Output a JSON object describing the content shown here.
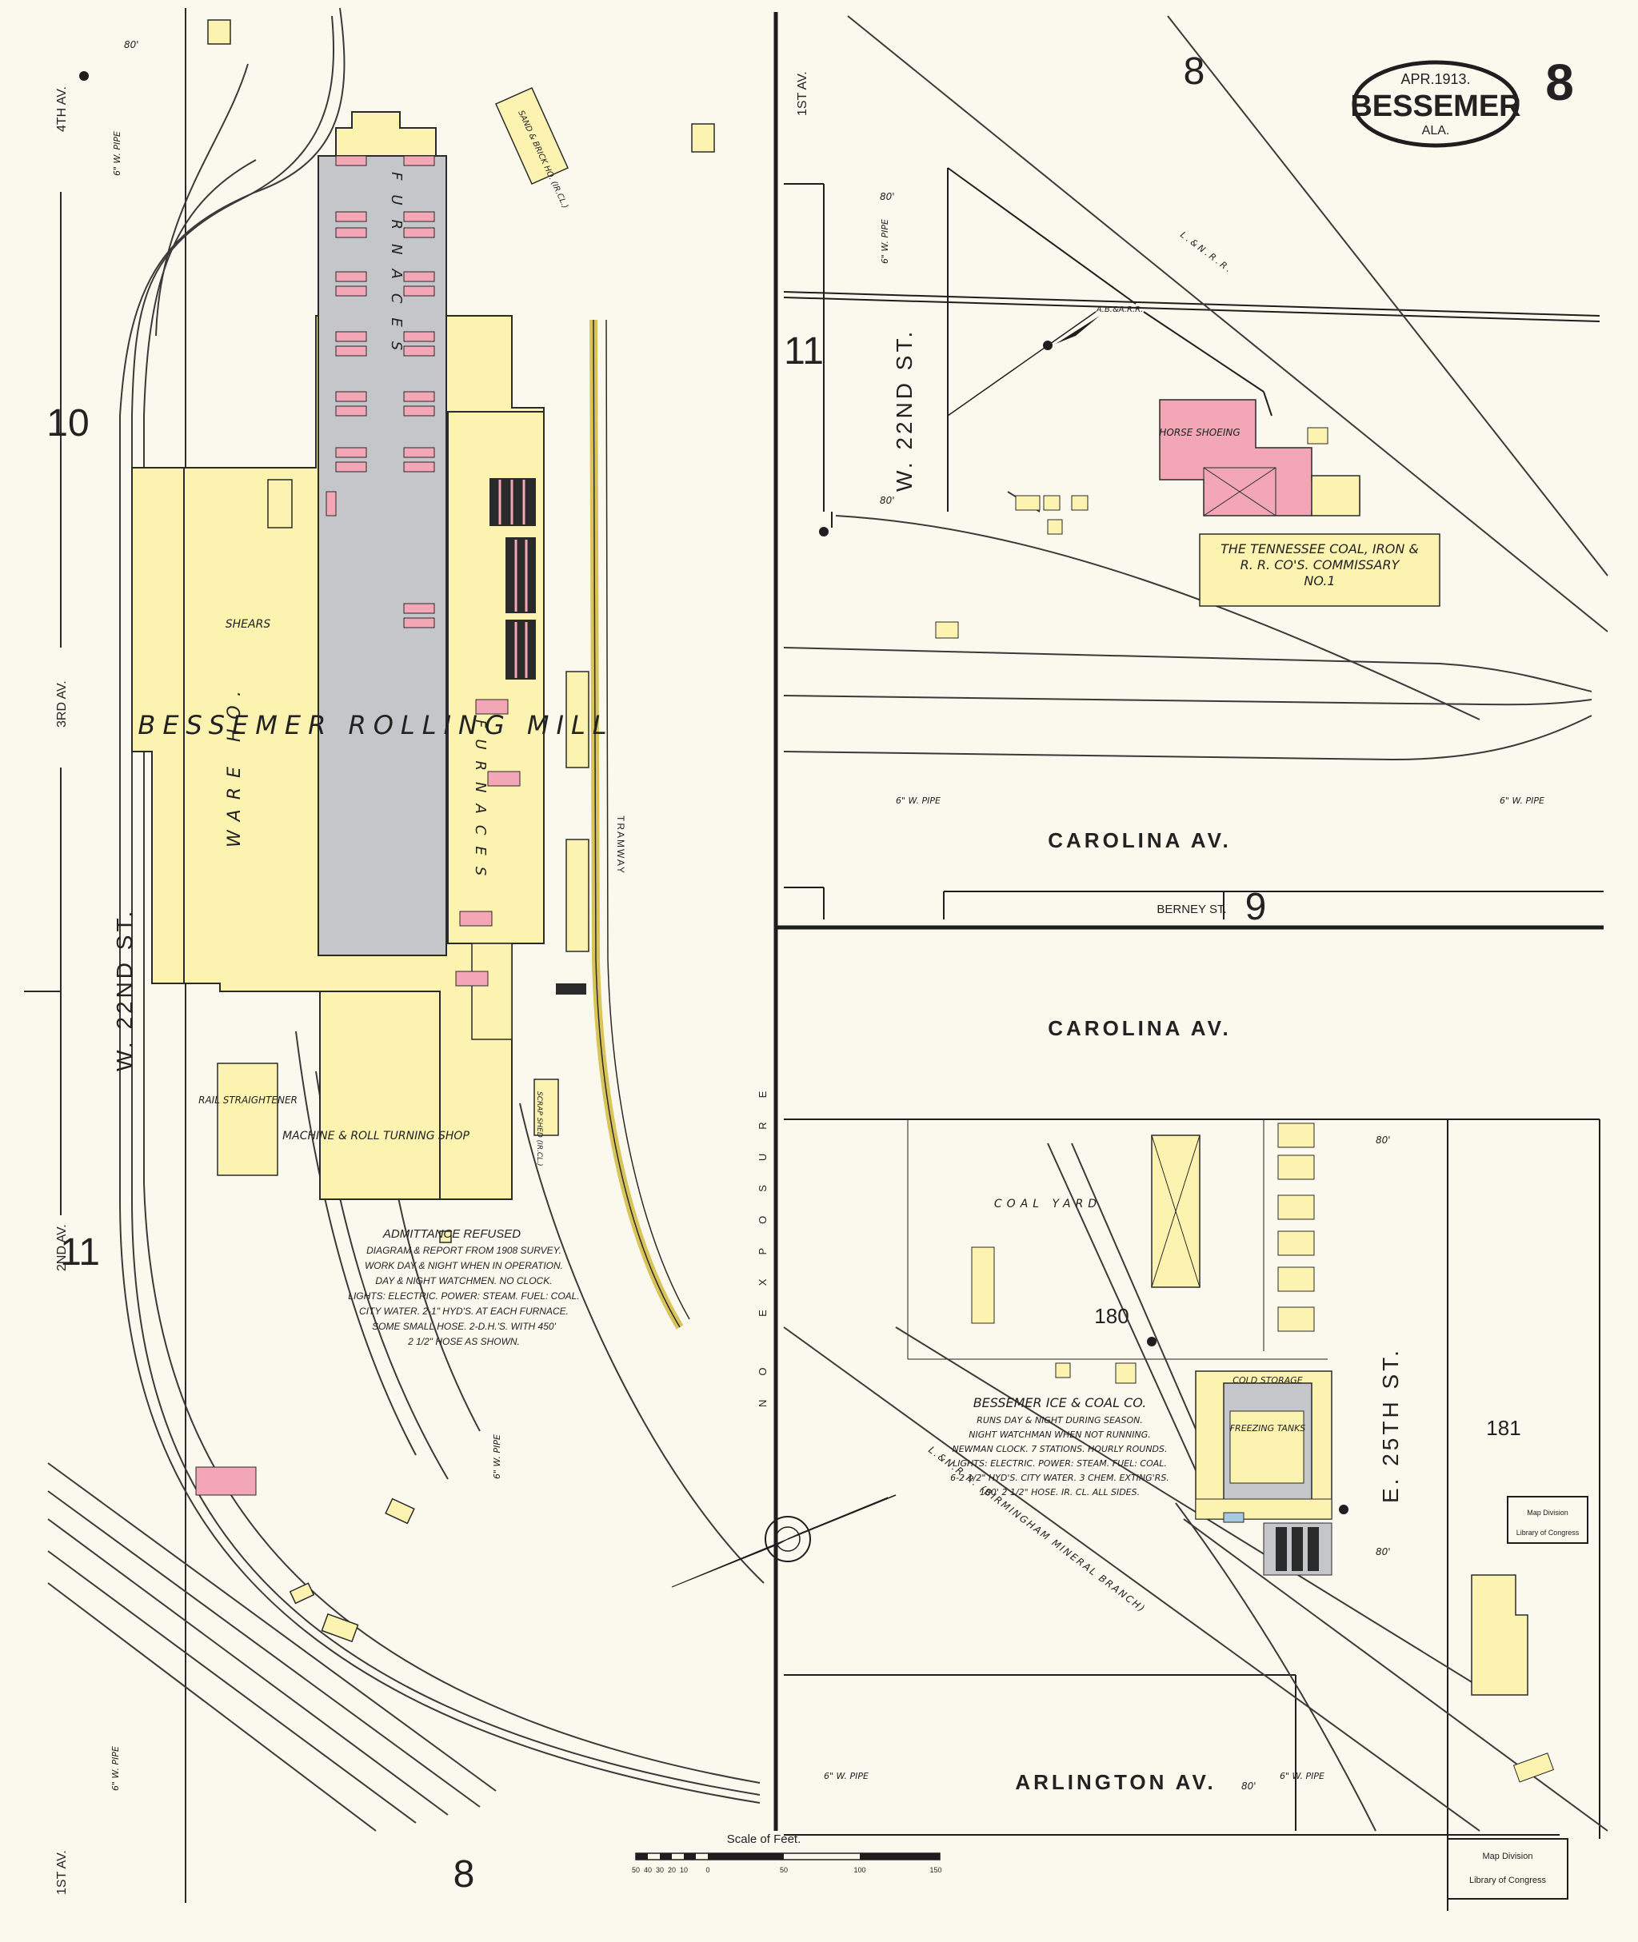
{
  "title_block": {
    "date": "APR.1913.",
    "city": "BESSEMER",
    "state": "ALA.",
    "sheet_number": "8"
  },
  "adjoining_sheets": {
    "top": "8",
    "left_upper": "10",
    "left_lower": "11",
    "right_upper": "11",
    "right_middle": "9",
    "bottom": "8"
  },
  "block_numbers": {
    "block_180": "180",
    "block_181": "181"
  },
  "streets": {
    "w22_west": "W. 22ND ST.",
    "w22_east": "W. 22ND ST.",
    "e25": "E. 25TH ST.",
    "carolina_upper": "CAROLINA AV.",
    "carolina_lower": "CAROLINA AV.",
    "berney": "BERNEY ST.",
    "arlington": "ARLINGTON AV.",
    "av4": "4TH AV.",
    "av3": "3RD AV.",
    "av2": "2ND AV.",
    "av1_left": "1ST AV.",
    "av1_right": "1ST AV."
  },
  "labels": {
    "mill": "BESSEMER ROLLING MILL",
    "furnaces_top": "FURNACES",
    "furnaces_mid": "FURNACES",
    "warehouse": "WARE HO.",
    "shears": "SHEARS",
    "rail_straightener": "RAIL STRAIGHTENER",
    "machine_shop": "MACHINE & ROLL TURNING SHOP",
    "sand_brick": "SAND & BRICK HO. (IR.CL.)",
    "scrap_shed": "SCRAP SHED (IR.CL.)",
    "tramway": "TRAMWAY",
    "no_exposures": "NO EXPOSURE",
    "horse_shoeing": "HORSE SHOEING",
    "commissary_1": "THE TENNESSEE COAL, IRON &",
    "commissary_2": "R. R. CO'S. COMMISSARY",
    "commissary_3": "NO.1",
    "coal_yard": "COAL YARD",
    "ice_co": "BESSEMER ICE & COAL CO.",
    "cold_storage": "COLD STORAGE",
    "freezing_tanks": "FREEZING TANKS",
    "lnr_bmb": "L.&N.R.R. (BIRMINGHAM MINERAL BRANCH)",
    "lnr_top": "L.&N.R.R.",
    "ab_rr": "A.B.&A.R.R.",
    "scale_title": "Scale of Feet.",
    "stamp_top_1": "Map Division",
    "stamp_top_2": "Library of Congress",
    "stamp_bottom_1": "Map Division",
    "stamp_bottom_2": "Library of Congress"
  },
  "pipes": {
    "p1": "6\" W. PIPE",
    "p2": "6\" W. PIPE",
    "p3": "6\" W. PIPE",
    "p4": "6\" W. PIPE",
    "p5": "6\" W. PIPE",
    "p6": "6\" W. PIPE",
    "p7": "6\" W. PIPE",
    "p8": "6\" W. PIPE"
  },
  "street_widths": {
    "w1": "80'",
    "w2": "80'",
    "w3": "80'",
    "w4": "80'",
    "w5": "80'",
    "w6": "80'"
  },
  "scale": {
    "ticks": [
      "50",
      "40",
      "30",
      "20",
      "10",
      "0",
      "50",
      "100",
      "150"
    ]
  },
  "notes": {
    "mill": [
      "ADMITTANCE REFUSED",
      "DIAGRAM & REPORT FROM 1908 SURVEY.",
      "WORK DAY & NIGHT WHEN IN OPERATION.",
      "DAY & NIGHT WATCHMEN. NO CLOCK.",
      "LIGHTS: ELECTRIC. POWER: STEAM. FUEL: COAL.",
      "CITY WATER. 2-1\" HYD'S. AT EACH FURNACE.",
      "SOME SMALL HOSE. 2-D.H.'S. WITH 450'",
      "2 1/2\" HOSE AS SHOWN."
    ],
    "ice": [
      "RUNS DAY & NIGHT DURING SEASON.",
      "NIGHT WATCHMAN WHEN NOT RUNNING.",
      "NEWMAN CLOCK. 7 STATIONS. HOURLY ROUNDS.",
      "LIGHTS: ELECTRIC. POWER: STEAM. FUEL: COAL.",
      "6-2 1/2\" HYD'S. CITY WATER. 3 CHEM. EXTING'RS.",
      "100' 2 1/2\" HOSE. IR. CL. ALL SIDES."
    ]
  },
  "colors": {
    "paper": "#fbf8ee",
    "frame_brick": "#fdf3b0",
    "brick": "#f2a6b6",
    "fireproof": "#c4c6ca",
    "line": "#2a2a2a",
    "ink": "#1e1e1e"
  }
}
